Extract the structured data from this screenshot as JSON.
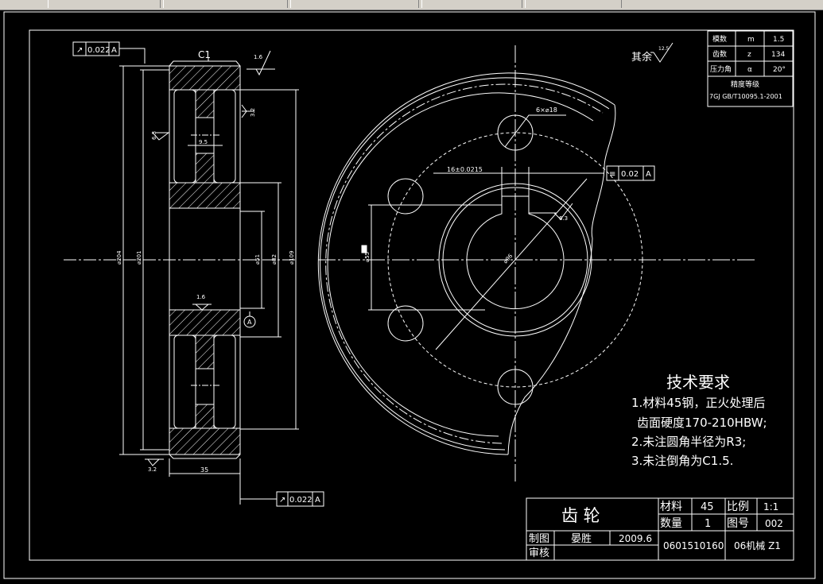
{
  "colors": {
    "line": "#ffffff",
    "background": "#000000",
    "toolbar": "#d4d0c8"
  },
  "params_table": {
    "rows": [
      {
        "name": "模数",
        "symbol": "m",
        "value": "1.5"
      },
      {
        "name": "齿数",
        "symbol": "z",
        "value": "134"
      },
      {
        "name": "压力角",
        "symbol": "α",
        "value": "20°"
      }
    ],
    "precision_title": "精度等级",
    "precision_value": "7GJ GB/T10095.1-2001"
  },
  "roughness_rest": {
    "label": "其余",
    "value": "12.5"
  },
  "tolerances": {
    "top": {
      "symbol": "↗",
      "value": "0.022",
      "datum": "A"
    },
    "bottom": {
      "symbol": "↗",
      "value": "0.022",
      "datum": "A"
    },
    "keyway": {
      "symbol": "≡",
      "value": "0.02",
      "datum": "A"
    }
  },
  "section_labels": {
    "chamfer": "C1",
    "rough_top": "1.6",
    "rough_web": "6.3",
    "rough_right": "3.2",
    "web_thickness": "9.5",
    "rough_hub": "1.6",
    "datum": "A",
    "rough_bottom": "3.2",
    "width": "35",
    "dia_204": "⌀204",
    "dia_201": "⌀201",
    "dia_51": "⌀51",
    "dia_82": "⌀82",
    "dia_109": "⌀109"
  },
  "view_labels": {
    "holes": "6×⌀18",
    "keyway": "16±0.0215",
    "rough_key": "6.3",
    "bore": "⌀55",
    "pcd": "⌀96"
  },
  "tech_requirements": {
    "title": "技术要求",
    "items": [
      "1.材料45钢，正火处理后",
      "齿面硬度170-210HBW;",
      "2.未注圆角半径为R3;",
      "3.未注倒角为C1.5."
    ]
  },
  "title_block": {
    "part_name": "齿  轮",
    "material_label": "材料",
    "material_value": "45",
    "scale_label": "比例",
    "scale_value": "1:1",
    "qty_label": "数量",
    "qty_value": "1",
    "drawing_no_label": "图号",
    "drawing_no_value": "002",
    "drawn_label": "制图",
    "drawn_name": "晏胜",
    "date": "2009.6",
    "check_label": "审核",
    "student_id": "0601510160",
    "class_name": "06机械 Z1"
  }
}
